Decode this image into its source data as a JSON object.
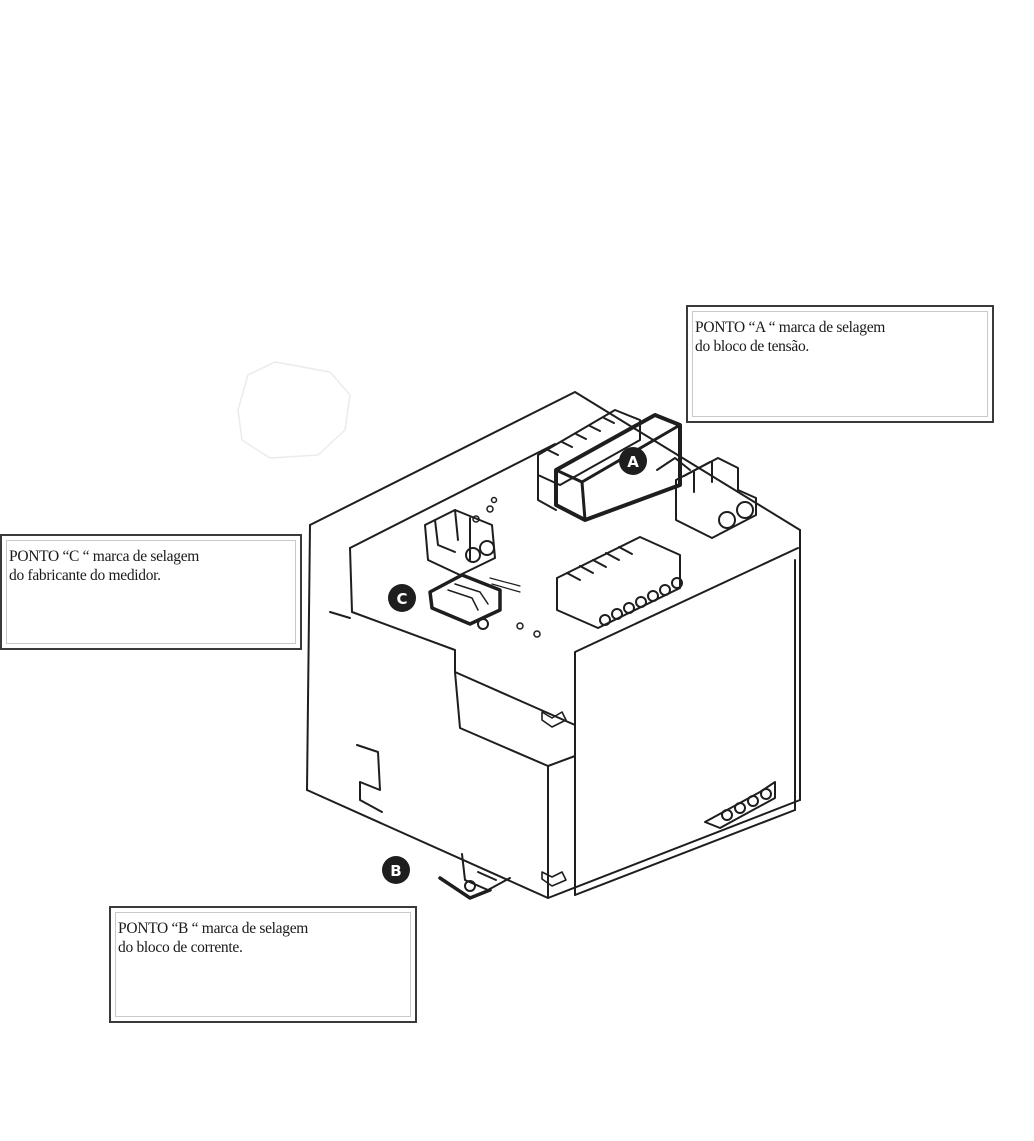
{
  "callouts": {
    "a": {
      "line1": "PONTO “A “ marca de selagem",
      "line2": "do bloco de tensão."
    },
    "c": {
      "line1": "PONTO “C “ marca de selagem",
      "line2": "do fabricante do medidor."
    },
    "b": {
      "line1": "PONTO “B “ marca de selagem",
      "line2": "do bloco de corrente."
    }
  },
  "markers": {
    "a": "A",
    "b": "B",
    "c": "C"
  },
  "colors": {
    "line": "#1e1e1e",
    "box_border": "#3a3a3a",
    "background": "#ffffff"
  }
}
